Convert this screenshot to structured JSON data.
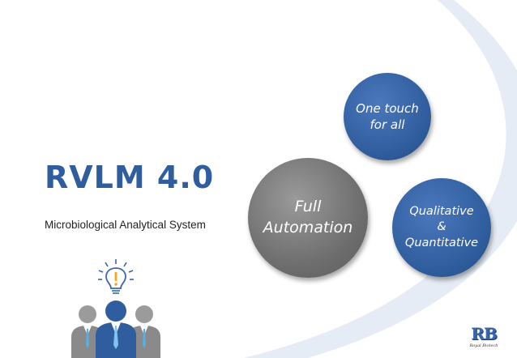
{
  "title": "RVLM 4.0",
  "subtitle": "Microbiological Analytical System",
  "bubbles": {
    "automation": [
      "Full",
      "Automation"
    ],
    "onetouch": [
      "One touch",
      "for all"
    ],
    "qualitative": [
      "Qualitative",
      "&",
      "Quantitative"
    ]
  },
  "logo": {
    "mark": "RB",
    "text": "Royal Biotech"
  },
  "colors": {
    "brand_blue": "#2f5d9d",
    "arc_blue": "#e6ecf5",
    "gray_bubble": "#6f6f6f"
  },
  "icons": {
    "idea": "lightbulb-icon",
    "team": "people-group-icon"
  }
}
